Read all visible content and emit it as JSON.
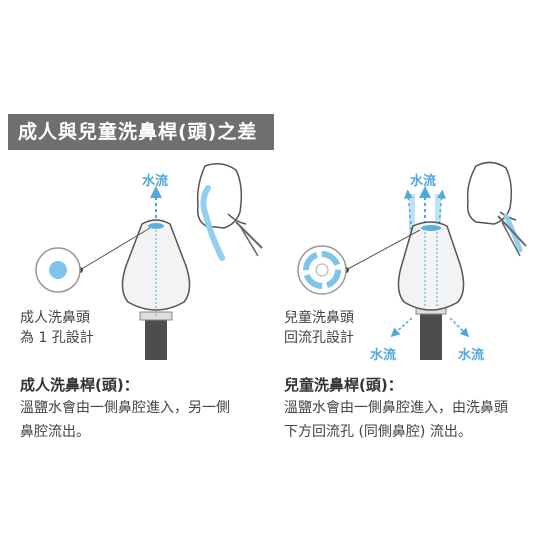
{
  "title": "成人與兒童洗鼻桿(頭)之差異",
  "flow_label": "水流",
  "colors": {
    "title_bg": "#6f6f6f",
    "water": "#4fa9dc",
    "water_light": "#bfe3f6",
    "tip": "#f2f2f2",
    "pipe": "#555555"
  },
  "adult": {
    "caption_line1": "成人洗鼻頭",
    "caption_line2": "為 1 孔設計",
    "heading": "成人洗鼻桿(頭)：",
    "desc_line1": "溫鹽水會由一側鼻腔進入，另一側",
    "desc_line2": "鼻腔流出。"
  },
  "child": {
    "caption_line1": "兒童洗鼻頭",
    "caption_line2": "回流孔設計",
    "heading": "兒童洗鼻桿(頭)：",
    "desc_line1": "溫鹽水會由一側鼻腔進入，由洗鼻頭",
    "desc_line2": "下方回流孔 (同側鼻腔) 流出。"
  }
}
